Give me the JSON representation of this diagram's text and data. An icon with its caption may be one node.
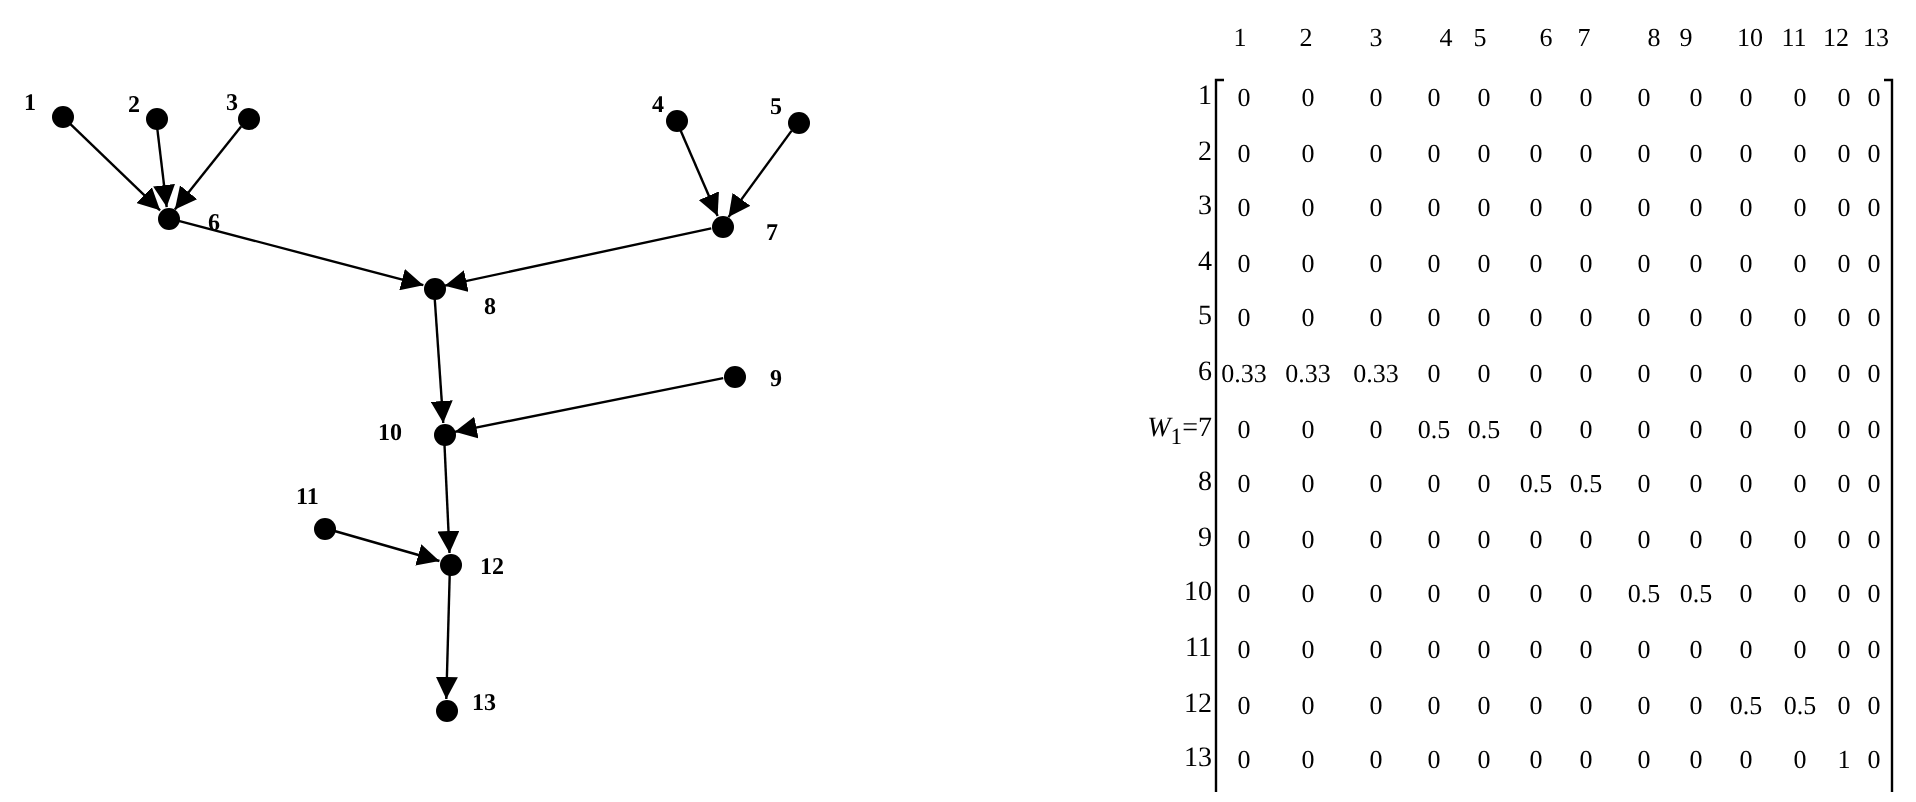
{
  "diagram": {
    "nodes": [
      {
        "text": [],
        "shape": "circle",
        "beside": [
          "1"
        ]
      },
      {
        "text": [],
        "shape": "circle",
        "beside": [
          "2"
        ]
      },
      {
        "text": [],
        "shape": "circle",
        "beside": [
          "3"
        ]
      },
      {
        "text": [],
        "shape": "circle",
        "beside": [
          "4"
        ]
      },
      {
        "text": [],
        "shape": "circle",
        "beside": [
          "5"
        ]
      },
      {
        "text": [],
        "shape": "circle",
        "beside": [
          "6"
        ]
      },
      {
        "text": [],
        "shape": "circle",
        "beside": [
          "7"
        ]
      },
      {
        "text": [],
        "shape": "circle",
        "beside": [
          "8"
        ]
      },
      {
        "text": [],
        "shape": "circle",
        "beside": [
          "9"
        ]
      },
      {
        "text": [],
        "shape": "circle",
        "beside": [
          "10"
        ]
      },
      {
        "text": [],
        "shape": "circle",
        "beside": [
          "11"
        ]
      },
      {
        "text": [],
        "shape": "circle",
        "beside": [
          "12"
        ]
      },
      {
        "text": [],
        "shape": "circle",
        "beside": [
          "13"
        ]
      }
    ],
    "edges": [
      {
        "from": 0,
        "to": 5,
        "arrow": "to"
      },
      {
        "from": 1,
        "to": 5,
        "arrow": "to"
      },
      {
        "from": 2,
        "to": 5,
        "arrow": "to"
      },
      {
        "from": 3,
        "to": 6,
        "arrow": "to"
      },
      {
        "from": 4,
        "to": 6,
        "arrow": "to"
      },
      {
        "from": 5,
        "to": 7,
        "arrow": "to"
      },
      {
        "from": 6,
        "to": 7,
        "arrow": "to"
      },
      {
        "from": 7,
        "to": 9,
        "arrow": "to"
      },
      {
        "from": 8,
        "to": 9,
        "arrow": "to"
      },
      {
        "from": 9,
        "to": 11,
        "arrow": "to"
      },
      {
        "from": 10,
        "to": 11,
        "arrow": "to"
      },
      {
        "from": 11,
        "to": 12,
        "arrow": "to"
      }
    ],
    "labels": [
      "1",
      "2",
      "3",
      "4",
      "5",
      "6",
      "7",
      "8",
      "9",
      "10",
      "11",
      "12",
      "13",
      "1",
      "0",
      "0",
      "0",
      "0",
      "0",
      "0",
      "0",
      "0",
      "0",
      "0",
      "0",
      "0",
      "0",
      "2",
      "0",
      "0",
      "0",
      "0",
      "0",
      "0",
      "0",
      "0",
      "0",
      "0",
      "0",
      "0",
      "0",
      "3",
      "0",
      "0",
      "0",
      "0",
      "0",
      "0",
      "0",
      "0",
      "0",
      "0",
      "0",
      "0",
      "0",
      "4",
      "0",
      "0",
      "0",
      "0",
      "0",
      "0",
      "0",
      "0",
      "0",
      "0",
      "0",
      "0",
      "0",
      "5",
      "0",
      "0",
      "0",
      "0",
      "0",
      "0",
      "0",
      "0",
      "0",
      "0",
      "0",
      "0",
      "0",
      "6",
      "0.33",
      "0.33",
      "0.33",
      "0",
      "0",
      "0",
      "0",
      "0",
      "0",
      "0",
      "0",
      "0",
      "0",
      "*W*$_{1}$=7",
      "0",
      "0",
      "0",
      "0.5",
      "0.5",
      "0",
      "0",
      "0",
      "0",
      "0",
      "0",
      "0",
      "0",
      "8",
      "0",
      "0",
      "0",
      "0",
      "0",
      "0.5",
      "0.5",
      "0",
      "0",
      "0",
      "0",
      "0",
      "0",
      "9",
      "0",
      "0",
      "0",
      "0",
      "0",
      "0",
      "0",
      "0",
      "0",
      "0",
      "0",
      "0",
      "0",
      "10",
      "0",
      "0",
      "0",
      "0",
      "0",
      "0",
      "0",
      "0.5",
      "0.5",
      "0",
      "0",
      "0",
      "0",
      "11",
      "0",
      "0",
      "0",
      "0",
      "0",
      "0",
      "0",
      "0",
      "0",
      "0",
      "0",
      "0",
      "0",
      "12",
      "0",
      "0",
      "0",
      "0",
      "0",
      "0",
      "0",
      "0",
      "0",
      "0.5",
      "0.5",
      "0",
      "0",
      "13",
      "0",
      "0",
      "0",
      "0",
      "0",
      "0",
      "0",
      "0",
      "0",
      "0",
      "0",
      "1",
      "0"
    ]
  }
}
